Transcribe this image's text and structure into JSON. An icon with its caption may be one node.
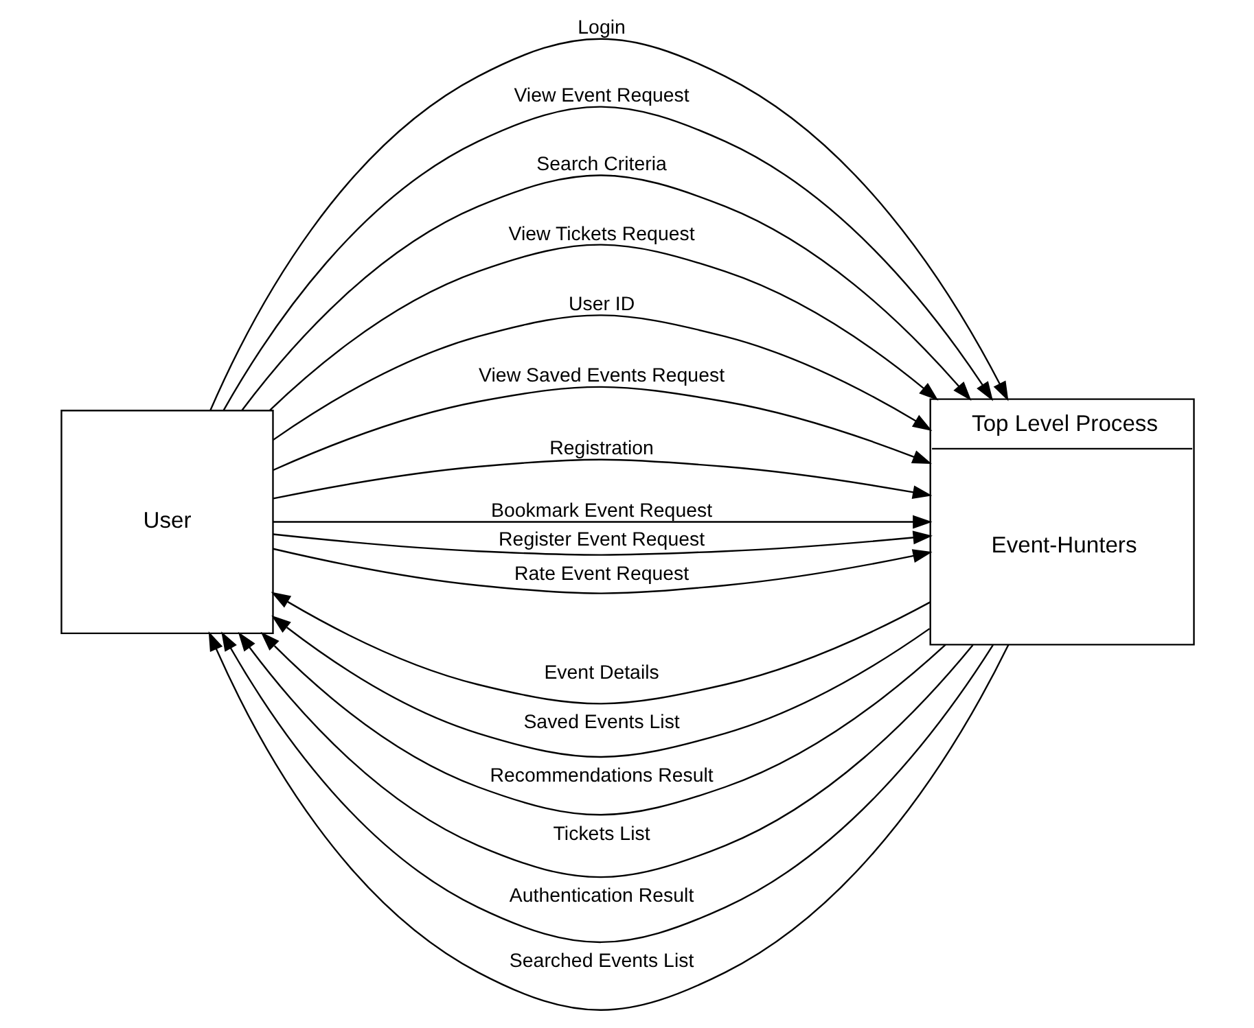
{
  "diagram": {
    "nodes": [
      {
        "text": [
          "User"
        ]
      },
      {
        "text": [
          "Top Level Process",
          "Event-Hunters"
        ]
      }
    ],
    "edges": [
      {
        "from": 1,
        "to": 0,
        "arrow": "to",
        "label": "Event Details"
      },
      {
        "from": 1,
        "to": 0,
        "arrow": "to",
        "label": "Saved Events List"
      },
      {
        "from": 1,
        "to": 0,
        "arrow": "to",
        "label": "Recommendations Result"
      },
      {
        "from": 1,
        "to": 0,
        "arrow": "to",
        "label": "Tickets List"
      },
      {
        "from": 1,
        "to": 0,
        "arrow": "to",
        "label": "Authentication Result"
      },
      {
        "from": 1,
        "to": 0,
        "arrow": "to",
        "label": "Searched Events List"
      },
      {
        "from": 0,
        "to": 1,
        "arrow": "to",
        "label": "Login"
      },
      {
        "from": 0,
        "to": 1,
        "arrow": "to",
        "label": "View Event Request"
      },
      {
        "from": 0,
        "to": 1,
        "arrow": "to",
        "label": "Search Criteria"
      },
      {
        "from": 0,
        "to": 1,
        "arrow": "to",
        "label": "View Tickets Request"
      },
      {
        "from": 0,
        "to": 1,
        "arrow": "to",
        "label": "User ID"
      },
      {
        "from": 0,
        "to": 1,
        "arrow": "to",
        "label": "View Saved Events Request"
      },
      {
        "from": 0,
        "to": 1,
        "arrow": "to",
        "label": "Registration"
      },
      {
        "from": 0,
        "to": 1,
        "arrow": "to",
        "label": "Bookmark Event Request"
      },
      {
        "from": 0,
        "to": 1,
        "arrow": "to",
        "label": "Register Event Request"
      },
      {
        "from": 0,
        "to": 1,
        "arrow": "to",
        "label": "Rate Event Request"
      }
    ]
  }
}
